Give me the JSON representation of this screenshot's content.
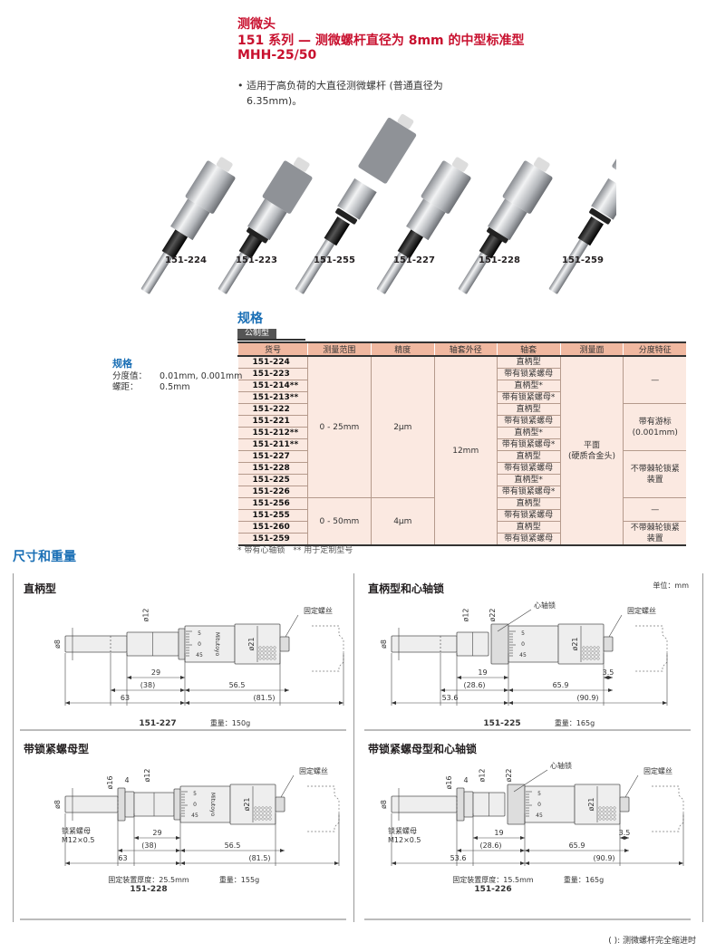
{
  "header": {
    "category": "测微头",
    "title": "151 系列 — 测微螺杆直径为 8mm 的中型标准型",
    "model": "MHH-25/50",
    "bullet": "适用于高负荷的大直径测微螺杆 (普通直径为 6.35mm)。"
  },
  "products": [
    "151-224",
    "151-223",
    "151-255",
    "151-227",
    "151-228",
    "151-259"
  ],
  "summary": {
    "heading": "规格",
    "rows": [
      {
        "label": "分度值：",
        "value": "0.01mm, 0.001mm"
      },
      {
        "label": "螺距：",
        "value": "0.5mm"
      }
    ]
  },
  "specs": {
    "heading": "规格",
    "tab": "公制型",
    "columns": [
      "货号",
      "测量范围",
      "精度",
      "轴套外径",
      "轴套",
      "测量面",
      "分度特征"
    ],
    "rows": [
      {
        "code": "151-224",
        "sleeve": "直柄型"
      },
      {
        "code": "151-223",
        "sleeve": "带有锁紧螺母"
      },
      {
        "code": "151-214**",
        "sleeve": "直柄型*"
      },
      {
        "code": "151-213**",
        "sleeve": "带有锁紧螺母*"
      },
      {
        "code": "151-222",
        "sleeve": "直柄型"
      },
      {
        "code": "151-221",
        "sleeve": "带有锁紧螺母"
      },
      {
        "code": "151-212**",
        "sleeve": "直柄型*"
      },
      {
        "code": "151-211**",
        "sleeve": "带有锁紧螺母*"
      },
      {
        "code": "151-227",
        "sleeve": "直柄型"
      },
      {
        "code": "151-228",
        "sleeve": "带有锁紧螺母"
      },
      {
        "code": "151-225",
        "sleeve": "直柄型*"
      },
      {
        "code": "151-226",
        "sleeve": "带有锁紧螺母*"
      },
      {
        "code": "151-256",
        "sleeve": "直柄型"
      },
      {
        "code": "151-255",
        "sleeve": "带有锁紧螺母"
      },
      {
        "code": "151-260",
        "sleeve": "直柄型"
      },
      {
        "code": "151-259",
        "sleeve": "带有锁紧螺母"
      }
    ],
    "range": [
      {
        "text": "0 - 25mm",
        "span": 12
      },
      {
        "text": "0 - 50mm",
        "span": 4
      }
    ],
    "accuracy": [
      {
        "text": "2μm",
        "span": 12
      },
      {
        "text": "4μm",
        "span": 4
      }
    ],
    "sleeve_dia": [
      {
        "text": "12mm",
        "span": 16
      }
    ],
    "face": [
      {
        "text": "平面\n(硬质合金头)",
        "span": 16
      }
    ],
    "graduation": [
      {
        "text": "—",
        "span": 4
      },
      {
        "text": "带有游标\n(0.001mm)",
        "span": 4
      },
      {
        "text": "不带棘轮锁紧\n装置",
        "span": 4
      },
      {
        "text": "—",
        "span": 2
      },
      {
        "text": "不带棘轮锁紧\n装置",
        "span": 2
      }
    ],
    "footnote": "* 带有心轴锁　** 用于定制型号"
  },
  "dimensions": {
    "heading": "尺寸和重量",
    "unit": "单位：mm",
    "note": "( ): 测微螺杆完全缩进时",
    "panels": [
      {
        "title": "直柄型",
        "code": "151-227",
        "weight": "重量：150g",
        "d": {
          "sp": "ø8",
          "sl": "ø12",
          "th": "ø21",
          "a": "29",
          "b": "(38)",
          "c": "56.5",
          "e": "63",
          "f": "(81.5)",
          "screw": "固定螺丝",
          "s5": "5",
          "s0": "0",
          "s45": "45",
          "brand": "Mitutoyo"
        }
      },
      {
        "title": "直柄型和心轴锁",
        "code": "151-225",
        "weight": "重量：165g",
        "d": {
          "sp": "ø8",
          "sl": "ø12",
          "cl": "ø22",
          "th": "ø21",
          "a": "19",
          "b": "(28.6)",
          "c": "65.9",
          "e": "53.6",
          "f": "(90.9)",
          "g": "3.5",
          "lock": "心轴锁",
          "screw": "固定螺丝",
          "s5": "5",
          "s0": "0",
          "s45": "45"
        }
      },
      {
        "title": "带锁紧螺母型",
        "code": "151-228",
        "thickness": "固定装置厚度：25.5mm",
        "weight": "重量：155g",
        "d": {
          "sp": "ø8",
          "nut": "ø16",
          "nw": "4",
          "sl": "ø12",
          "th": "ø21",
          "a": "29",
          "b": "(38)",
          "c": "56.5",
          "e": "63",
          "f": "(81.5)",
          "screw": "固定螺丝",
          "nutlabel": "锁紧螺母",
          "nutsize": "M12×0.5",
          "s5": "5",
          "s0": "0",
          "s45": "45",
          "brand": "Mitutoyo"
        }
      },
      {
        "title": "带锁紧螺母型和心轴锁",
        "code": "151-226",
        "thickness": "固定装置厚度：15.5mm",
        "weight": "重量：165g",
        "d": {
          "sp": "ø8",
          "nut": "ø16",
          "nw": "4",
          "sl": "ø12",
          "cl": "ø22",
          "th": "ø21",
          "a": "19",
          "b": "(28.6)",
          "c": "65.9",
          "e": "53.6",
          "f": "(90.9)",
          "g": "3.5",
          "lock": "心轴锁",
          "screw": "固定螺丝",
          "nutlabel": "锁紧螺母",
          "nutsize": "M12×0.5",
          "s5": "5",
          "s0": "0",
          "s45": "45"
        }
      }
    ]
  }
}
